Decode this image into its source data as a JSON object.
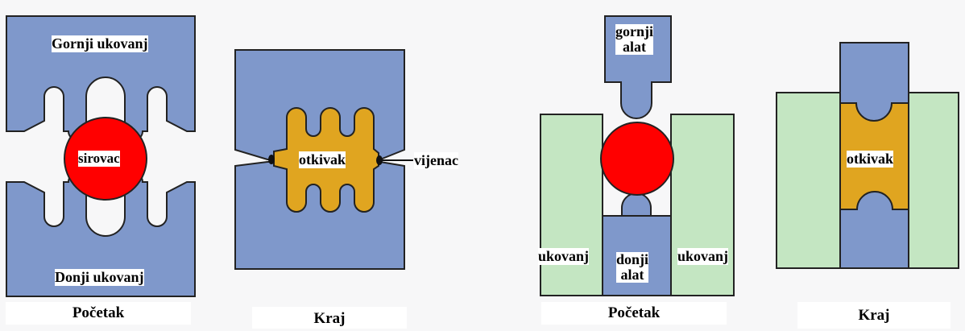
{
  "colors": {
    "die": "#7f98cb",
    "workpiece": "#ff0000",
    "forging": "#e0a520",
    "side_die": "#c4e6c2",
    "outline": "#222222"
  },
  "labels": {
    "upper_die": "Gornji ukovanj",
    "blank": "sirovac",
    "lower_die": "Donji ukovanj",
    "forging_1": "otkivak",
    "flash": "vijenac",
    "upper_tool_line1": "gornji",
    "upper_tool_line2": "alat",
    "lower_tool_line1": "donji",
    "lower_tool_line2": "alat",
    "die_left": "ukovanj",
    "die_right": "ukovanj",
    "forging_2": "otkivak"
  },
  "captions": {
    "start_1": "Početak",
    "end_1": "Kraj",
    "start_2": "Početak",
    "end_2": "Kraj"
  }
}
